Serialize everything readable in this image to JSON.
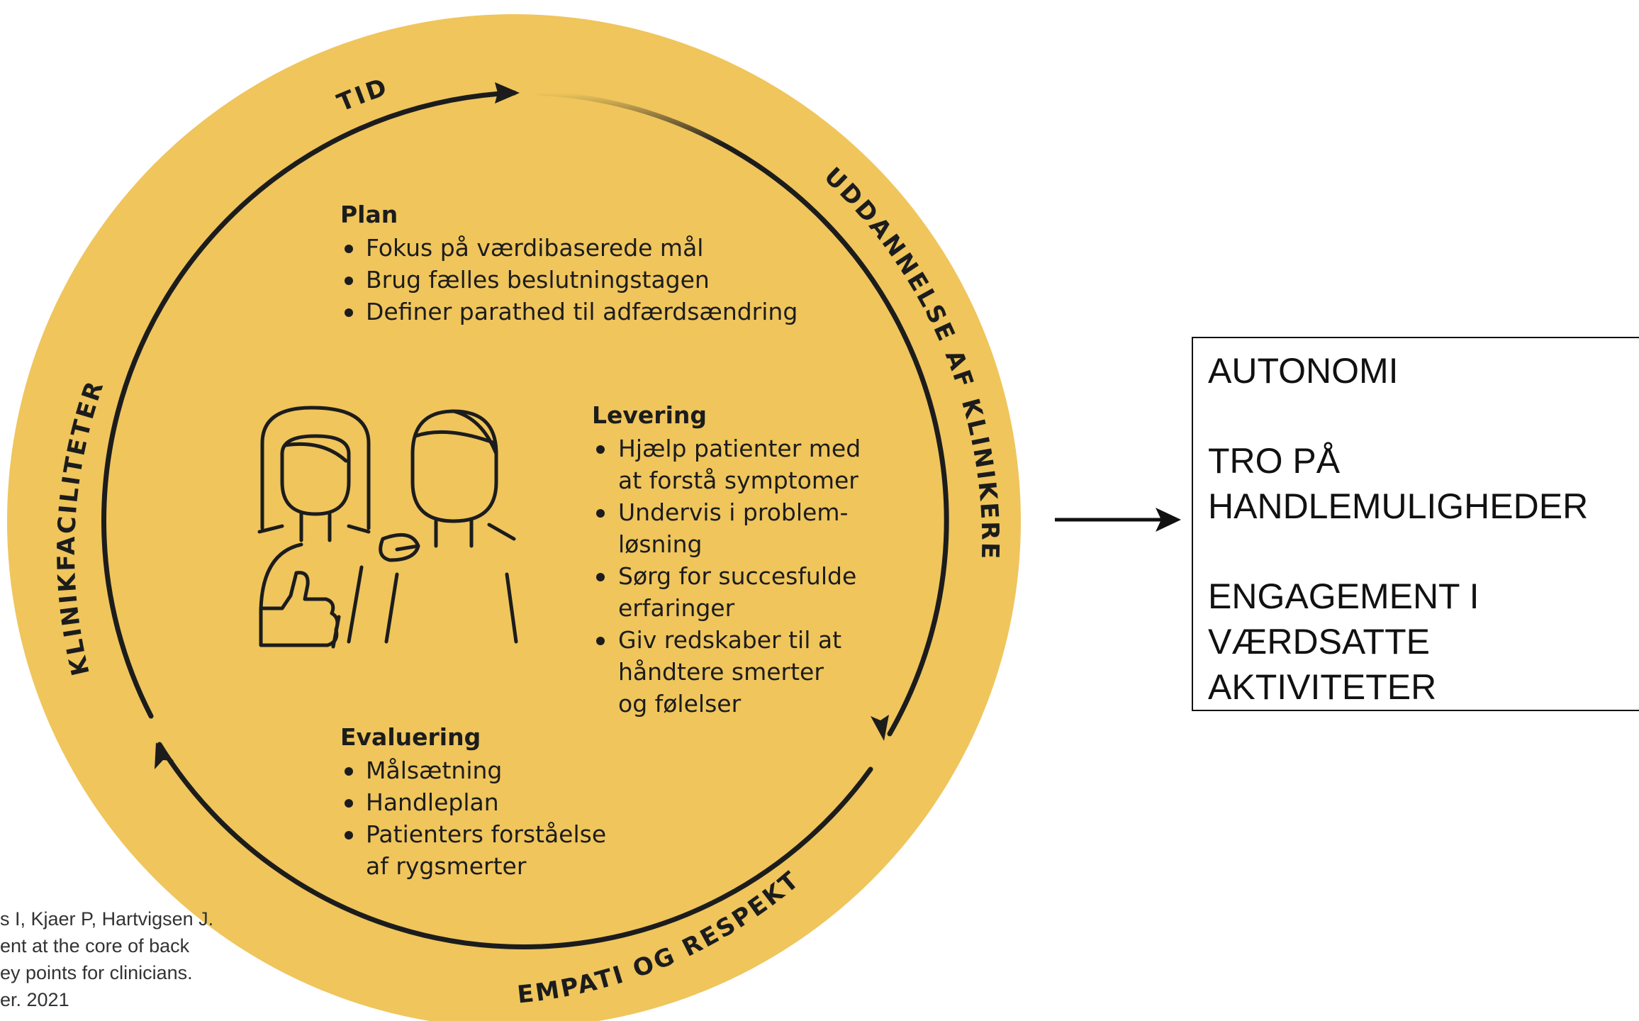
{
  "cycle_labels": {
    "top": "TID",
    "right": "UDDANNELSE AF KLINIKERE",
    "bottom": "EMPATI OG RESPEKT",
    "left": "KLINIKFACILITETER"
  },
  "sections": {
    "plan": {
      "heading": "Plan",
      "bullets": [
        "Fokus på værdibaserede mål",
        "Brug fælles beslutningstagen",
        "Definer parathed til adfærdsændring"
      ]
    },
    "levering": {
      "heading": "Levering",
      "bullets": [
        [
          "Hjælp patienter med",
          "at forstå symptomer"
        ],
        [
          " Undervis i problem-",
          "løsning"
        ],
        [
          "Sørg for succesfulde",
          "erfaringer"
        ],
        [
          "Giv redskaber til at",
          "håndtere smerter",
          "og følelser"
        ]
      ]
    },
    "evaluering": {
      "heading": "Evaluering",
      "bullets": [
        [
          "Målsætning"
        ],
        [
          "Handleplan"
        ],
        [
          "Patienters forståelse",
          "af rygsmerter"
        ]
      ]
    }
  },
  "citation": [
    "s I, Kjaer P, Hartvigsen J.",
    "ent at the core of back",
    "ey points for clinicians.",
    "er. 2021"
  ],
  "outcomes": [
    [
      "AUTONOMI"
    ],
    [
      "TRO PÅ",
      "HANDLEMULIGHEDER"
    ],
    [
      "ENGAGEMENT I",
      "VÆRDSATTE AKTIVITETER"
    ]
  ],
  "colors": {
    "circle": "#efc55c",
    "ink": "#1c1c1c"
  }
}
